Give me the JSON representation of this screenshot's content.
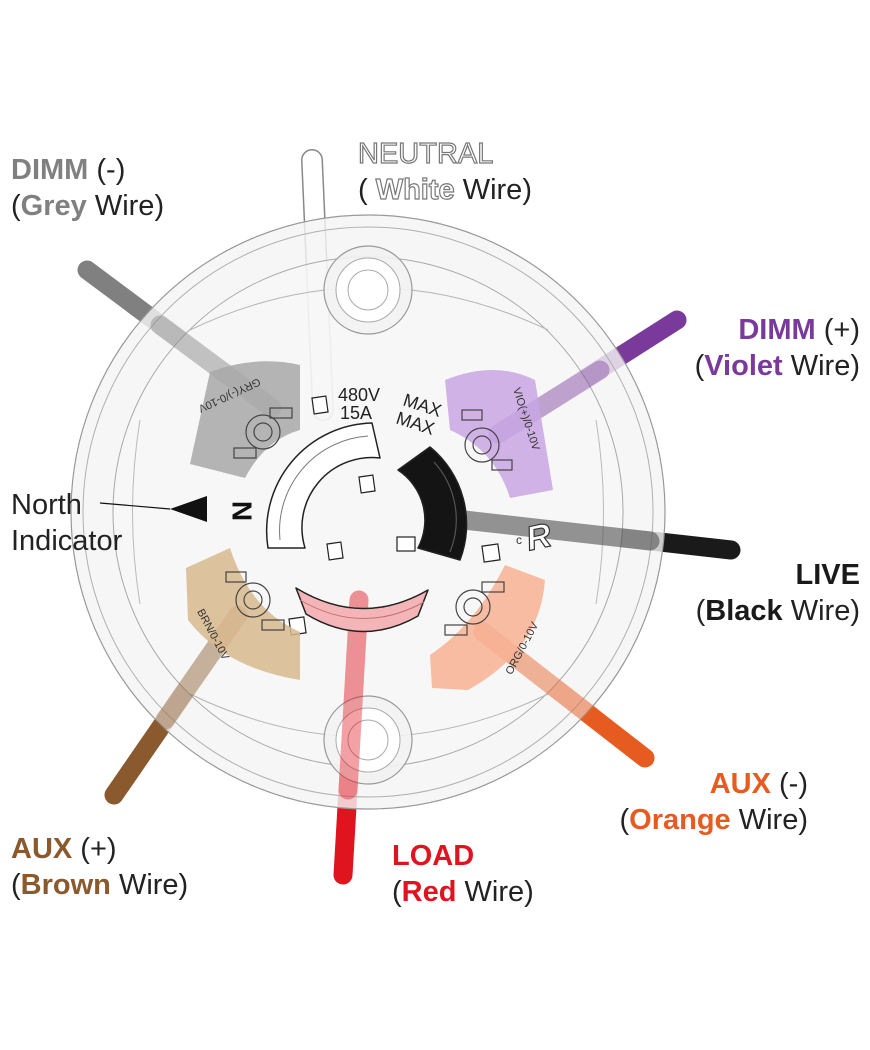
{
  "colors": {
    "grey": "#808080",
    "violet": "#7a3a9c",
    "black": "#1a1a1a",
    "orange": "#e65c20",
    "red": "#e0141e",
    "brown": "#8a5a2e",
    "white_wire_outline": "#777777"
  },
  "labels": {
    "neutral": {
      "name": "NEUTRAL",
      "open": "( ",
      "color_word": "White",
      "wire": " Wire)"
    },
    "dimm_minus": {
      "name": "DIMM",
      "sign": " (-)",
      "open": "(",
      "color_word": "Grey",
      "wire": " Wire)"
    },
    "dimm_plus": {
      "name": "DIMM",
      "sign": " (+)",
      "open": "(",
      "color_word": "Violet",
      "wire": " Wire)"
    },
    "live": {
      "name": "LIVE",
      "open": "(",
      "color_word": "Black",
      "wire": " Wire)"
    },
    "aux_minus": {
      "name": "AUX",
      "sign": " (-)",
      "open": "(",
      "color_word": "Orange",
      "wire": " Wire)"
    },
    "aux_plus": {
      "name": "AUX",
      "sign": " (+)",
      "open": "(",
      "color_word": "Brown",
      "wire": " Wire)"
    },
    "load": {
      "name": "LOAD",
      "open": "(",
      "color_word": "Red",
      "wire": " Wire)"
    },
    "north": {
      "line1": "North",
      "line2": "Indicator"
    }
  },
  "receptacle_text": {
    "rating_voltage": "480V",
    "rating_amps": "15A",
    "max1": "MAX",
    "max2": "MAX",
    "north_letter": "N",
    "ul_mark": "R",
    "ul_c": "c",
    "pad_grey": "GRY(-)/0-10V",
    "pad_violet": "VIO(+)/0-10V",
    "pad_brown": "BRN/0-10V",
    "pad_orange": "ORG/0-10V"
  }
}
